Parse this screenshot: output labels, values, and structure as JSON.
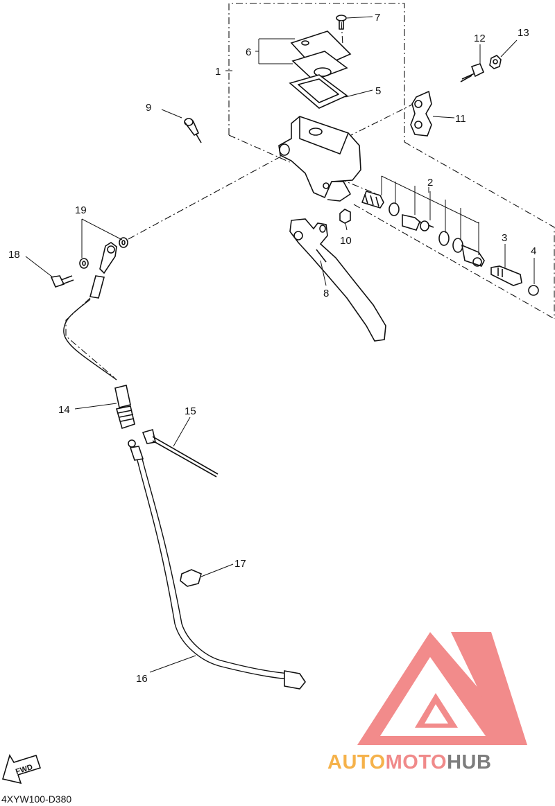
{
  "callouts": [
    {
      "id": "1",
      "label": "1"
    },
    {
      "id": "2",
      "label": "2"
    },
    {
      "id": "3",
      "label": "3"
    },
    {
      "id": "4",
      "label": "4"
    },
    {
      "id": "5",
      "label": "5"
    },
    {
      "id": "6",
      "label": "6"
    },
    {
      "id": "7",
      "label": "7"
    },
    {
      "id": "8",
      "label": "8"
    },
    {
      "id": "9",
      "label": "9"
    },
    {
      "id": "10",
      "label": "10"
    },
    {
      "id": "11",
      "label": "11"
    },
    {
      "id": "12",
      "label": "12"
    },
    {
      "id": "13",
      "label": "13"
    },
    {
      "id": "14",
      "label": "14"
    },
    {
      "id": "15",
      "label": "15"
    },
    {
      "id": "16",
      "label": "16"
    },
    {
      "id": "17",
      "label": "17"
    },
    {
      "id": "18",
      "label": "18"
    },
    {
      "id": "19",
      "label": "19"
    }
  ],
  "fwd_label": "FWD",
  "diagram_code": "4XYW100-D380",
  "watermark": {
    "part1": "AUTO",
    "part2": "MOTO",
    "part3": "HUB",
    "colors": {
      "auto": "#f5b24b",
      "moto": "#f08a8a",
      "hub": "#7d7d7d",
      "mark": "#f28b8b"
    }
  }
}
